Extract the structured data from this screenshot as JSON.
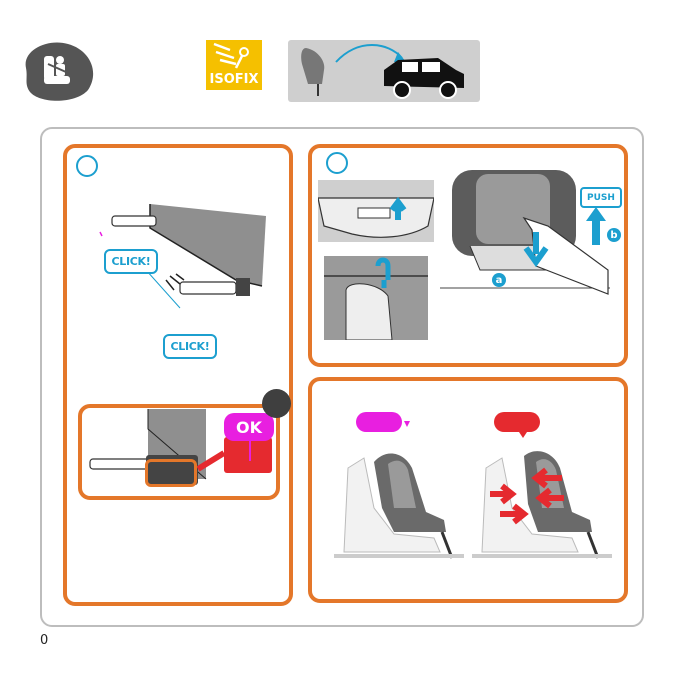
{
  "header": {
    "seat_icon": "child-seat-belt-icon",
    "isofix_label": "ISOFIX",
    "illustration": "seat-to-car-icon"
  },
  "panel_left": {
    "click_label_1": "CLICK!",
    "click_label_2": "CLICK!",
    "ok_label": "OK"
  },
  "panel_top_right": {
    "push_label": "PUSH",
    "badge_a": "a",
    "badge_b": "b"
  },
  "panel_bottom_right": {
    "pill_good_color": "#e81fe0",
    "pill_bad_color": "#e52a2f"
  },
  "colors": {
    "panel_border": "#e4772a",
    "accent_blue": "#1c9fcf",
    "ok_magenta": "#e81fe0",
    "warning_red": "#e52a2f"
  },
  "footer": {
    "page_number": "0"
  }
}
